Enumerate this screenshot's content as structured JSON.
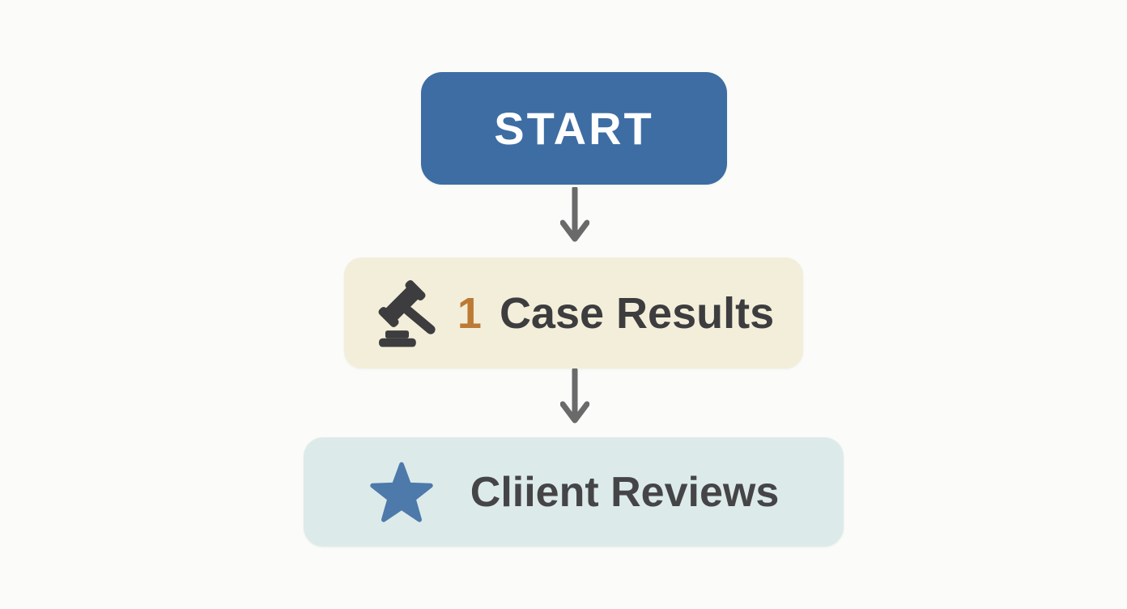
{
  "diagram": {
    "type": "flowchart",
    "background_color": "#fbfbf9",
    "connector_color": "#6a6a6a",
    "nodes": [
      {
        "id": "start",
        "label": "START",
        "background_color": "#3d6da3",
        "text_color": "#ffffff"
      },
      {
        "id": "case-results",
        "icon": "gavel-icon",
        "icon_color": "#3d3d3f",
        "count": "1",
        "count_color": "#bc7a35",
        "label": "Case Results",
        "background_color": "#f2eed9",
        "text_color": "#3d3d3f"
      },
      {
        "id": "client-reviews",
        "icon": "star-icon",
        "icon_color": "#4d79ab",
        "label": "Cliient Reviews",
        "background_color": "#dcebe9",
        "text_color": "#454547"
      }
    ],
    "connectors": [
      {
        "from": "start",
        "to": "case-results",
        "direction": "down"
      },
      {
        "from": "case-results",
        "to": "client-reviews",
        "direction": "down"
      }
    ]
  }
}
